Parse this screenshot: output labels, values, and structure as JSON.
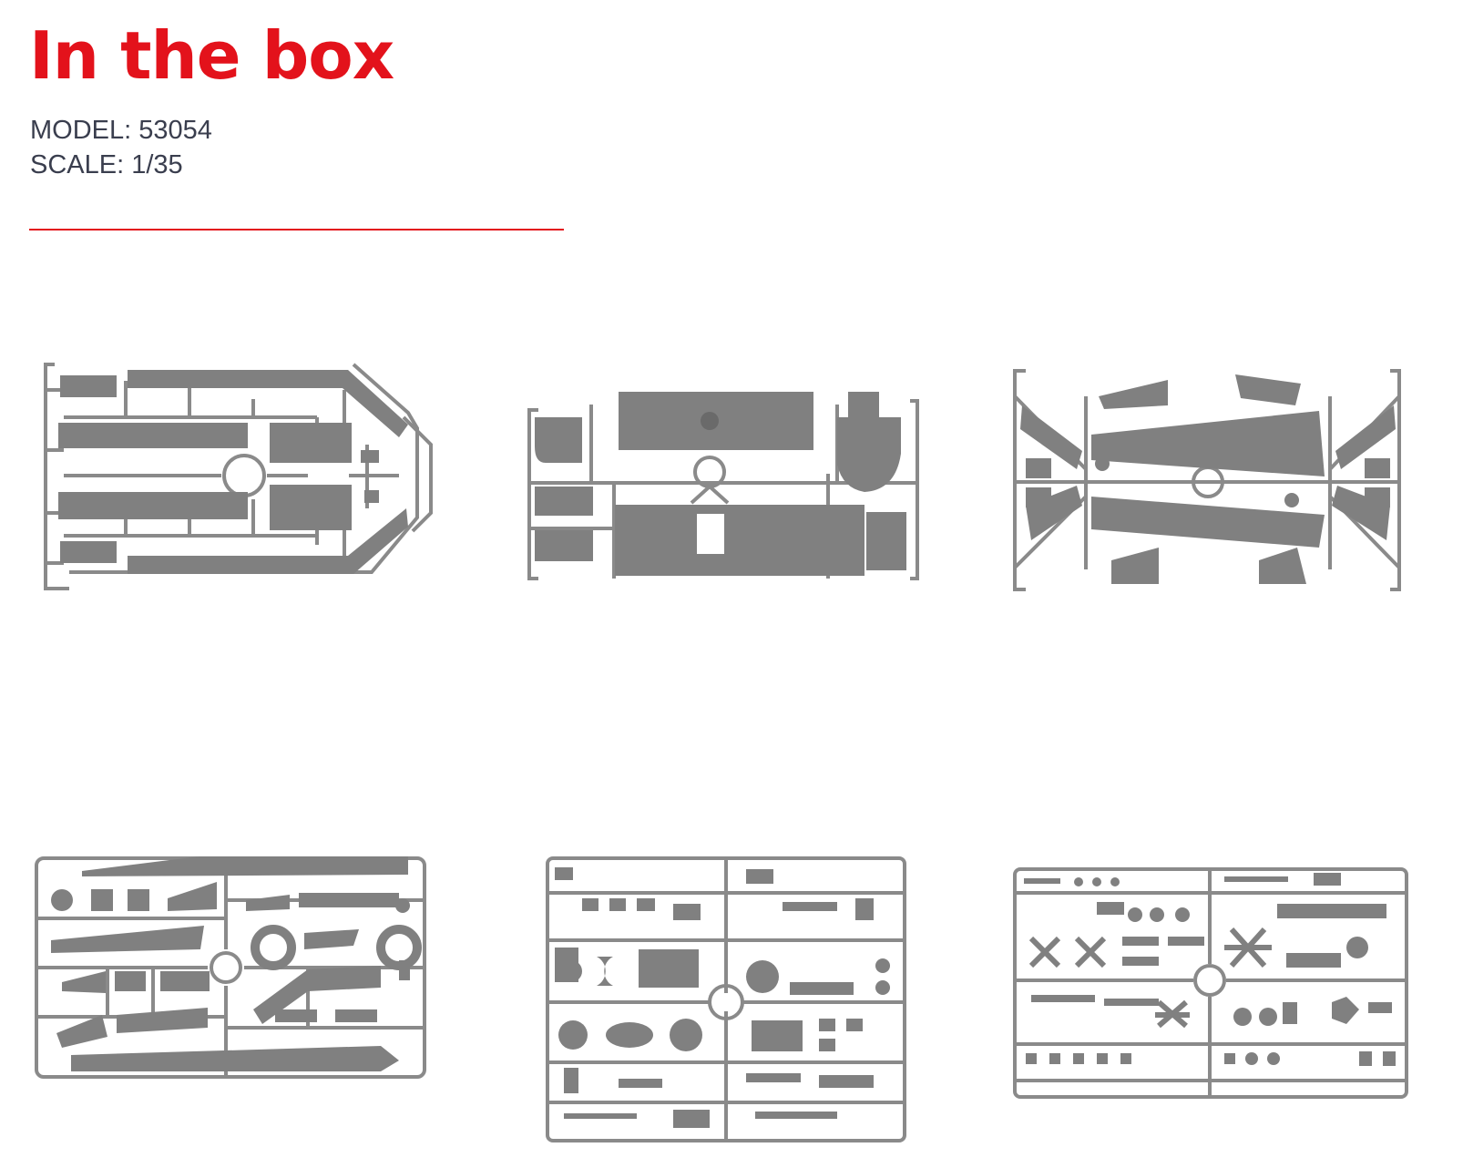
{
  "header": {
    "title": "In the box",
    "model_line": "MODEL: 53054",
    "scale_line": "SCALE: 1/35"
  },
  "colors": {
    "accent": "#e3121b",
    "text_dark": "#3a3e4e",
    "part_gray": "#808080",
    "frame_gray": "#8a8a8a"
  },
  "sprues": [
    {
      "id": "sprue-a"
    },
    {
      "id": "sprue-b"
    },
    {
      "id": "sprue-c"
    },
    {
      "id": "sprue-d"
    },
    {
      "id": "sprue-e"
    },
    {
      "id": "sprue-f"
    }
  ]
}
